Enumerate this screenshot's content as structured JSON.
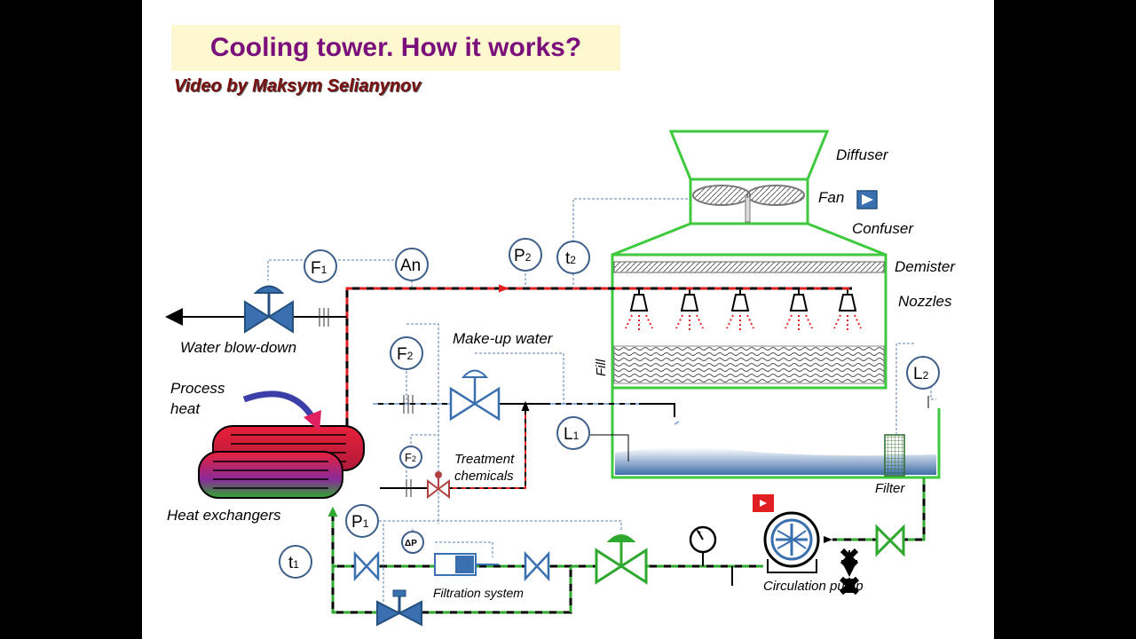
{
  "header": {
    "title": "Cooling tower. How it works?",
    "subtitle": "Video by Maksym Selianynov"
  },
  "labels": {
    "diffuser": "Diffuser",
    "fan": "Fan",
    "confuser": "Confuser",
    "demister": "Demister",
    "nozzles": "Nozzles",
    "fill": "Fill",
    "filter": "Filter",
    "water_blowdown": "Water blow-down",
    "makeup_water": "Make-up water",
    "process_heat_1": "Process",
    "process_heat_2": "heat",
    "treatment_1": "Treatment",
    "treatment_2": "chemicals",
    "heat_exchangers": "Heat  exchangers",
    "filtration_system": "Filtration system",
    "circulation_pump": "Circulation pump"
  },
  "instruments": {
    "f1": {
      "main": "F",
      "sub": "1"
    },
    "an": {
      "main": "An",
      "sub": ""
    },
    "p2": {
      "main": "P",
      "sub": "2"
    },
    "t2": {
      "main": "t",
      "sub": "2"
    },
    "f2a": {
      "main": "F",
      "sub": "2"
    },
    "f2b": {
      "main": "F",
      "sub": "2"
    },
    "l1": {
      "main": "L",
      "sub": "1"
    },
    "l2": {
      "main": "L",
      "sub": "2"
    },
    "p1": {
      "main": "P",
      "sub": "1"
    },
    "t1": {
      "main": "t",
      "sub": "1"
    },
    "dp": {
      "main": "ΔP",
      "sub": ""
    }
  },
  "colors": {
    "tower": "#3ec93e",
    "hot_line": "#e02020",
    "cold_line": "#2ea82e",
    "valve_blue": "#3a6fb0",
    "instrument_ring": "#3e5f8a",
    "title_text": "#7b0f7b",
    "title_bg": "#fdf8d0"
  },
  "icons": [
    "fan-icon",
    "play-icon",
    "video-icon",
    "pressure-gauge-icon",
    "circulation-pump-icon"
  ]
}
